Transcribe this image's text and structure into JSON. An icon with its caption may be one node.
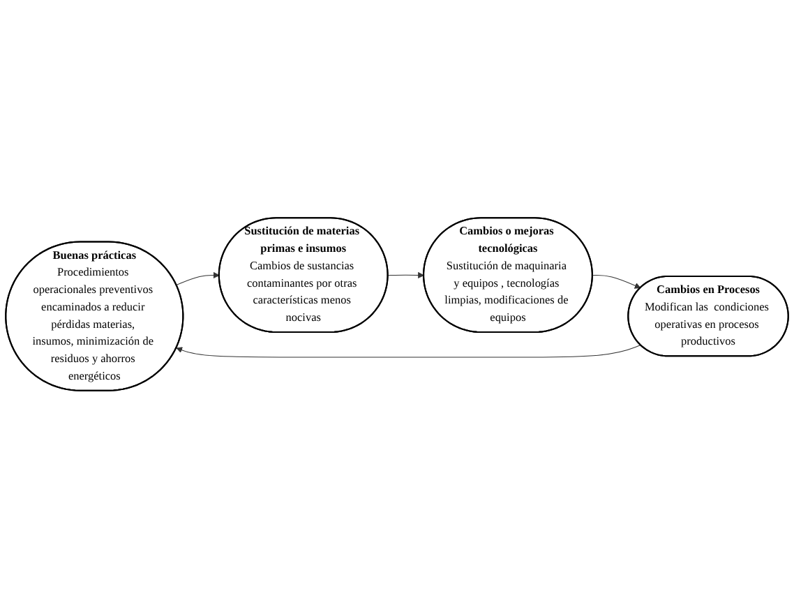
{
  "diagram": {
    "nodes": [
      {
        "text": [
          "Buenas prácticas",
          "Procedimientos operacionales preventivos encaminados a reducir pérdidas materias, insumos, minimización de residuos y ahorros energéticos"
        ]
      },
      {
        "text": [
          "Sustitución de materias primas e insumos",
          "Cambios de sustancias contaminantes por otras características menos nocivas"
        ]
      },
      {
        "text": [
          "Cambios o mejoras tecnológicas",
          "Sustitución de maquinaria y equipos , tecnologías limpias, modificaciones de equipos"
        ]
      },
      {
        "text": [
          "Cambios en Procesos",
          "Modifican las  condiciones operativas en procesos productivos"
        ]
      }
    ],
    "edges": [
      {
        "from": 0,
        "to": 1,
        "arrow": "to"
      },
      {
        "from": 1,
        "to": 2,
        "arrow": "to"
      },
      {
        "from": 2,
        "to": 3,
        "arrow": "to"
      },
      {
        "from": 3,
        "to": 0,
        "arrow": "to"
      }
    ]
  }
}
